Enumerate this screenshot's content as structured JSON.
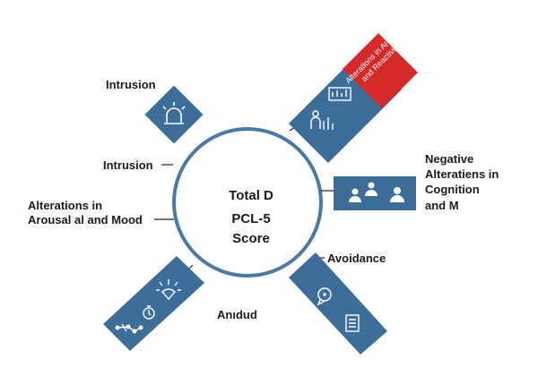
{
  "center": {
    "line1": "Total D",
    "line2": "PCL-5",
    "line3": "Score"
  },
  "labels": {
    "intrusion_top": "Intrusion",
    "intrusion_mid": "Intrusion",
    "alterations_left_1": "Alterations in",
    "alterations_left_2": "Arousal al and Mood",
    "negative_1": "Negative",
    "negative_2": "Alteratiens in",
    "negative_3": "Cognition",
    "negative_4": "and M",
    "avoidance": "Avoidance",
    "bottom": "Anıdud"
  },
  "red_tile": {
    "text": "Alterations in Arousal and Reactivity"
  },
  "icons": [
    "alarm-light-icon",
    "bar-chart-icon",
    "people-chart-icon",
    "users-icon",
    "chat-bubble-icon",
    "document-icon",
    "stopwatch-icon",
    "graph-nodes-icon",
    "spark-hand-icon"
  ],
  "colors": {
    "tile_blue": "#3d6d99",
    "circle_blue": "#4a79a3",
    "alert_red": "#d42a2a",
    "text": "#1a1a1a"
  }
}
